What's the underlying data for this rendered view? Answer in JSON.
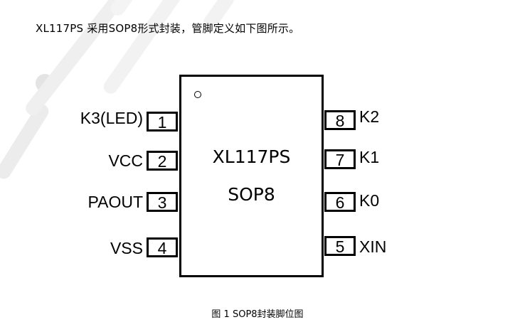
{
  "intro_text": "XL117PS 采用SOP8形式封装，管脚定义如下图所示。",
  "chip": {
    "name": "XL117PS",
    "package": "SOP8"
  },
  "left_pins": [
    {
      "number": "1",
      "label": "K3(LED)"
    },
    {
      "number": "2",
      "label": "VCC"
    },
    {
      "number": "3",
      "label": "PAOUT"
    },
    {
      "number": "4",
      "label": "VSS"
    }
  ],
  "right_pins": [
    {
      "number": "8",
      "label": "K2"
    },
    {
      "number": "7",
      "label": "K1"
    },
    {
      "number": "6",
      "label": "K0"
    },
    {
      "number": "5",
      "label": "XIN"
    }
  ],
  "caption": "图 1    SOP8封装脚位图"
}
